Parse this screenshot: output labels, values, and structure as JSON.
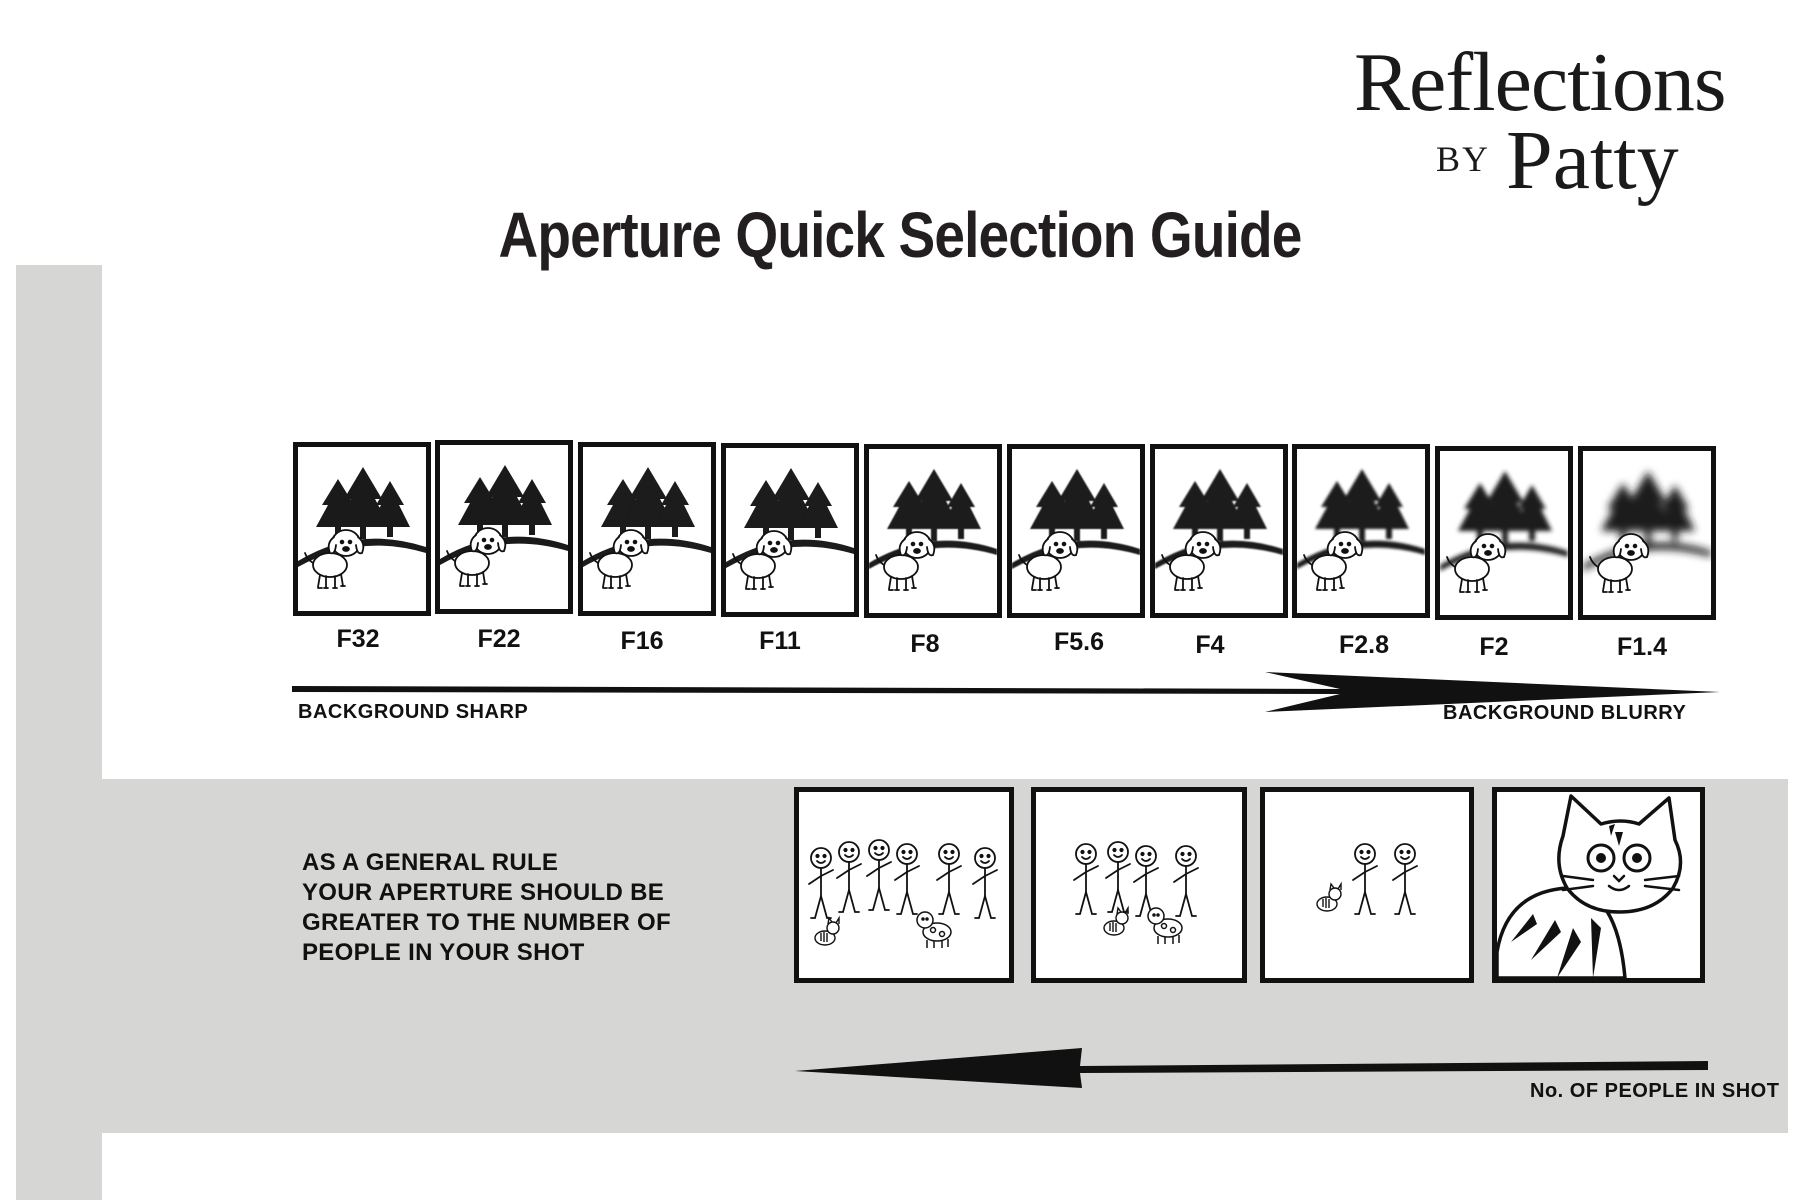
{
  "logo": {
    "line1": "Reflections",
    "by": "BY",
    "line2": "Patty"
  },
  "title": "Aperture Quick Selection Guide",
  "apertures": [
    {
      "label": "F32",
      "blur": 0
    },
    {
      "label": "F22",
      "blur": 0
    },
    {
      "label": "F16",
      "blur": 0.1
    },
    {
      "label": "F11",
      "blur": 0.2
    },
    {
      "label": "F8",
      "blur": 0.4
    },
    {
      "label": "F5.6",
      "blur": 0.6
    },
    {
      "label": "F4",
      "blur": 0.8
    },
    {
      "label": "F2.8",
      "blur": 1.3
    },
    {
      "label": "F2",
      "blur": 2.2
    },
    {
      "label": "F1.4",
      "blur": 4
    }
  ],
  "axis": {
    "left_label": "BACKGROUND SHARP",
    "right_label": "BACKGROUND BLURRY"
  },
  "rule_lines": [
    "AS A GENERAL RULE",
    "YOUR APERTURE SHOULD BE",
    "GREATER TO THE NUMBER OF",
    "PEOPLE IN YOUR SHOT"
  ],
  "people_axis_label": "No. OF PEOPLE IN SHOT",
  "colors": {
    "ink": "#111111",
    "band": "#d6d6d4"
  }
}
